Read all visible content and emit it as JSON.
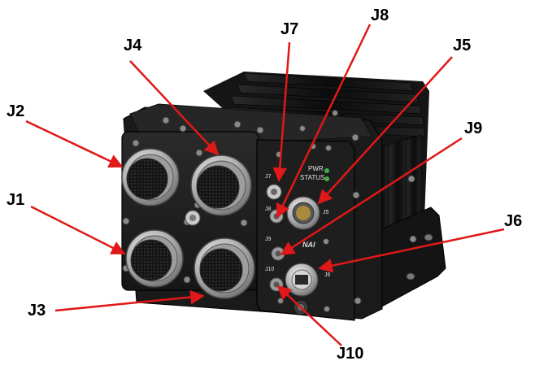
{
  "callouts": {
    "j1": "J1",
    "j2": "J2",
    "j3": "J3",
    "j4": "J4",
    "j5": "J5",
    "j6": "J6",
    "j7": "J7",
    "j8": "J8",
    "j9": "J9",
    "j10": "J10"
  },
  "panel": {
    "pwr": "PWR",
    "status": "STATUS",
    "j7": "J7",
    "j8": "J8",
    "j9": "J9",
    "j10": "J10",
    "j5": "J5",
    "j6": "J6",
    "brand": "NAI"
  },
  "colors": {
    "arrow": "#e01818",
    "chassis": "#1c1c1c",
    "fins": "#101010",
    "connector_metal": "#b8b8b8",
    "led_green": "#3fae49"
  }
}
